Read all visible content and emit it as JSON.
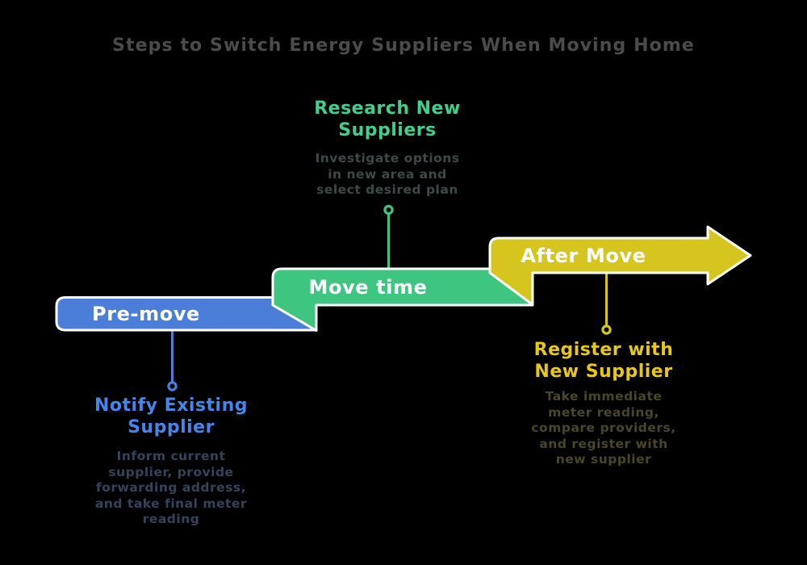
{
  "title": "Steps to Switch Energy Suppliers When Moving Home",
  "stages": [
    {
      "label": "Pre-move",
      "color": "#4a7ed8",
      "heading_color": "#4486ec",
      "body_color": "#36435c",
      "callout": {
        "heading": "Notify Existing\nSupplier",
        "body": "Inform current\nsupplier, provide\nforwarding address,\nand take final meter\nreading"
      }
    },
    {
      "label": "Move time",
      "color": "#3ec57f",
      "heading_color": "#3fd08c",
      "body_color": "#3e4a47",
      "callout": {
        "heading": "Research New\nSuppliers",
        "body": "Investigate options\nin new area and\nselect desired plan"
      }
    },
    {
      "label": "After Move",
      "color": "#d6c51e",
      "heading_color": "#e9c813",
      "body_color": "#4a4726",
      "callout": {
        "heading": "Register with\nNew Supplier",
        "body": "Take immediate\nmeter reading,\ncompare providers,\nand register with\nnew supplier"
      }
    }
  ],
  "colors": {
    "background": "#000000",
    "title_text": "#4b4b4b",
    "ribbon_outline": "#ffffff",
    "band_label_text": "#ffffff"
  }
}
